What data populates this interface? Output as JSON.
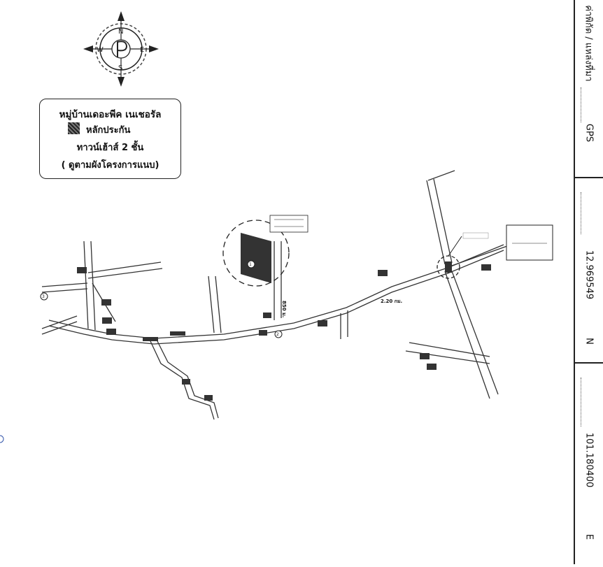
{
  "compass": {
    "n": "N",
    "s": "S",
    "e": "E",
    "w": "W"
  },
  "legend": {
    "title": "หมู่บ้านเดอะพีค เนเชอรัล",
    "swatch_label": "หลักประกัน",
    "line2": "ทาวน์เฮ้าส์ 2 ชั้น",
    "line3": "( ดูตามผังโครงการแนบ)"
  },
  "side_panel": {
    "header": "ค่าพิกัด / แหล่งที่มา",
    "source": "GPS",
    "latitude": "12.969549",
    "lat_axis": "N",
    "longitude": "101.180400",
    "lon_axis": "E"
  },
  "map_labels": {
    "distance_850": "850 ม.",
    "distance_220": "2.20 กม."
  },
  "markers": {
    "m1": "1",
    "m2": "2",
    "m3": "3"
  }
}
